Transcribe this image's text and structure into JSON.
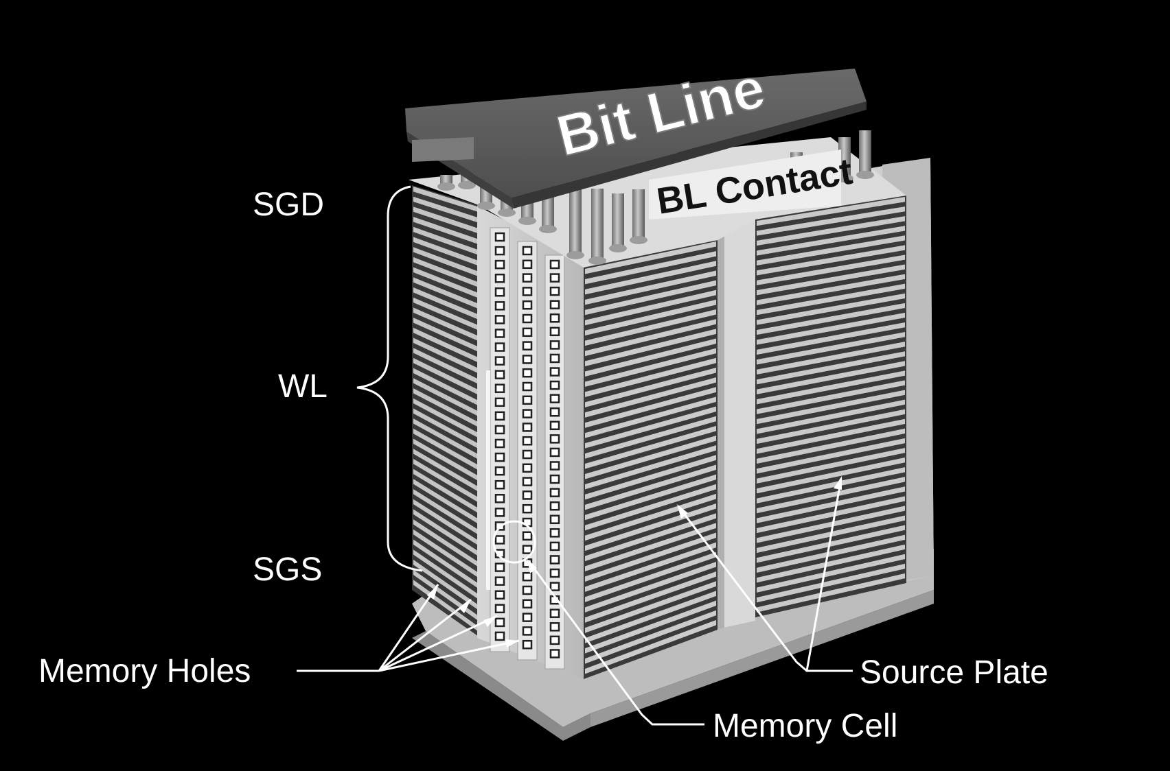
{
  "labels": {
    "bit_line": "Bit Line",
    "bl_contact": "BL Contact",
    "sgd": "SGD",
    "wl": "WL",
    "sgs": "SGS",
    "memory_holes": "Memory Holes",
    "source_plate": "Source Plate",
    "memory_cell": "Memory Cell"
  },
  "colors": {
    "background": "#000000",
    "annotation": "#ffffff"
  }
}
